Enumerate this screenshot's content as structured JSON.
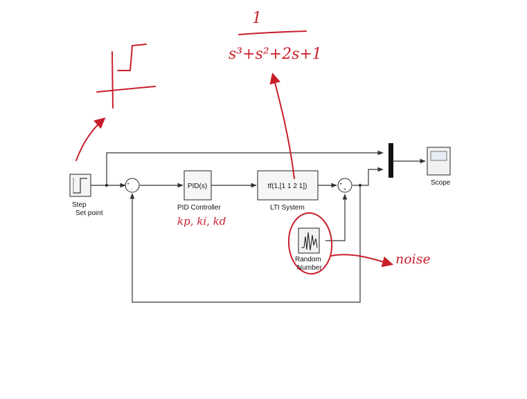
{
  "blocks": {
    "step": {
      "label1": "Step",
      "label2": "Set point"
    },
    "pid": {
      "text": "PID(s)",
      "label": "PID Controller"
    },
    "lti": {
      "text": "tf(1,[1 1 2 1])",
      "label": "LTI System"
    },
    "scope": {
      "label": "Scope"
    },
    "random": {
      "label1": "Random",
      "label2": "Number"
    },
    "sum1": {
      "signs": "+ -"
    },
    "sum2": {
      "signs": "+ +"
    }
  },
  "annotations": {
    "tf_numerator": "1",
    "tf_denominator": "s³+s²+2s+1",
    "gains": "kp, ki, kd",
    "noise": "noise"
  },
  "colors": {
    "ink": "#c81e2a",
    "block_border": "#222222",
    "line": "#333333",
    "mux": "#111111"
  }
}
